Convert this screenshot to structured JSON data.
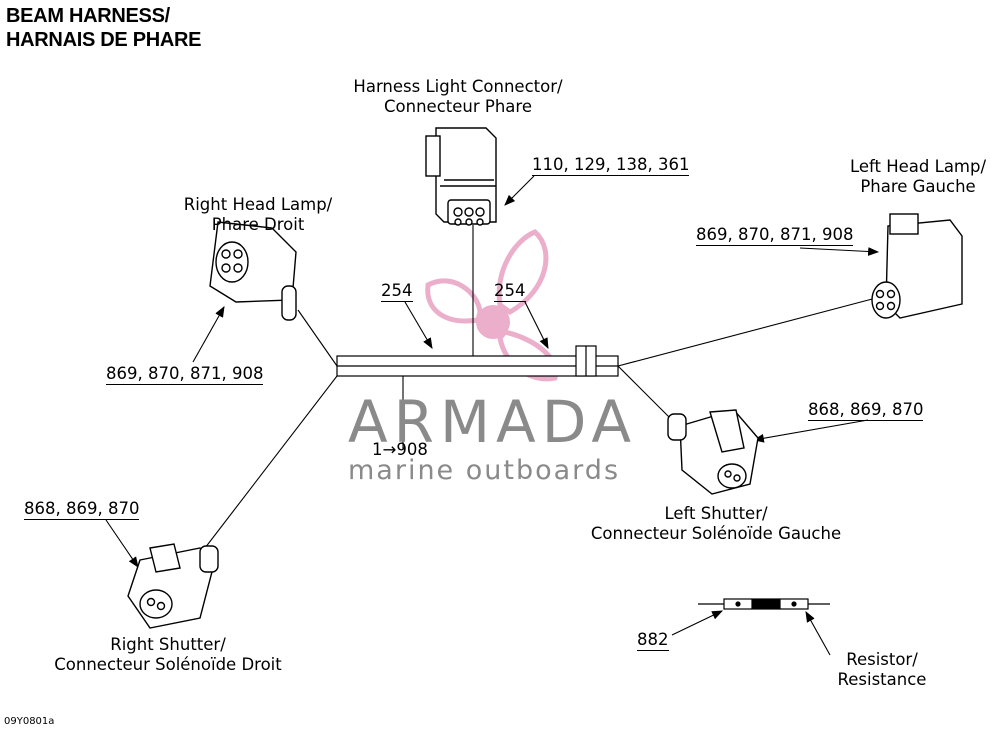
{
  "title": {
    "line1": "BEAM HARNESS/",
    "line2": "HARNAIS DE PHARE"
  },
  "labels": {
    "harness_light_connector": {
      "line1": "Harness Light Connector/",
      "line2": "Connecteur Phare"
    },
    "right_head_lamp": {
      "line1": "Right Head Lamp/",
      "line2": "Phare Droit"
    },
    "left_head_lamp": {
      "line1": "Left Head Lamp/",
      "line2": "Phare Gauche"
    },
    "left_shutter": {
      "line1": "Left Shutter/",
      "line2": "Connecteur Solénoïde Gauche"
    },
    "right_shutter": {
      "line1": "Right Shutter/",
      "line2": "Connecteur Solénoïde Droit"
    },
    "resistor": {
      "line1": "Resistor/",
      "line2": "Resistance"
    }
  },
  "part_numbers": {
    "harness_light_connector": "110, 129, 138, 361",
    "right_head_lamp": "869, 870, 871, 908",
    "left_head_lamp": "869, 870, 871, 908",
    "harness_left": "254",
    "harness_right": "254",
    "left_shutter": "868, 869, 870",
    "right_shutter": "868, 869, 870",
    "resistor": "882",
    "wire_range": "1→908"
  },
  "watermark": {
    "brand": "ARMADA",
    "tagline": "marine outboards",
    "colors": {
      "logo": "#e9a6c6",
      "text": "#8a8a8a"
    }
  },
  "figure_code": "09Y0801a"
}
